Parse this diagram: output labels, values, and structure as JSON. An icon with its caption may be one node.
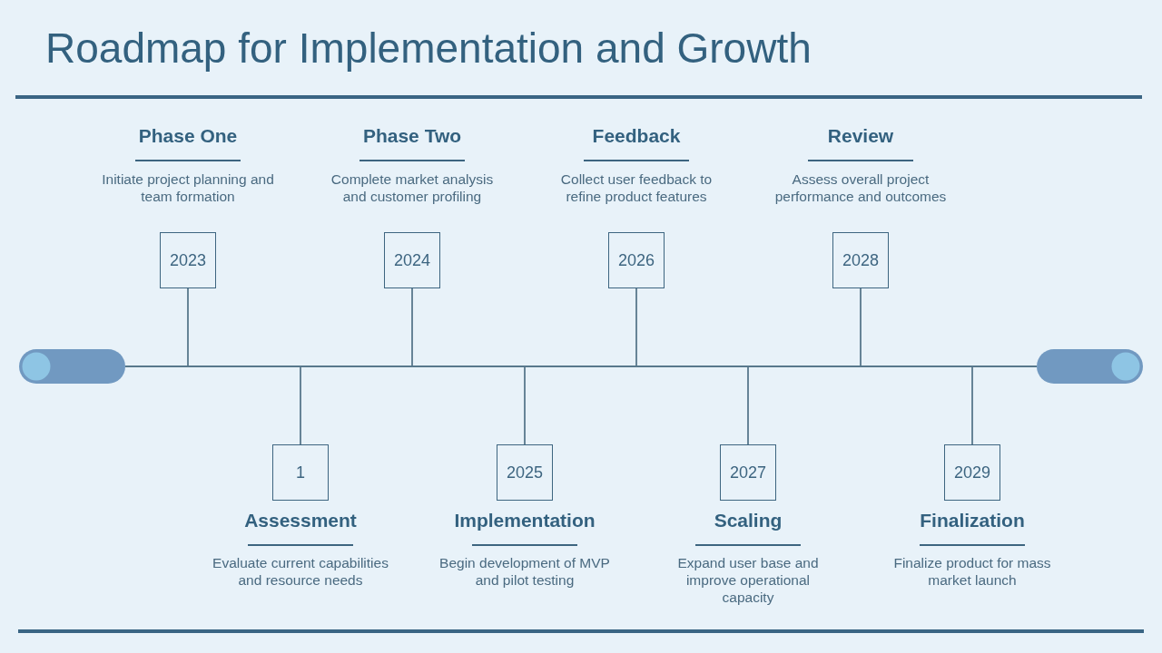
{
  "diagram": {
    "title": "Roadmap for Implementation and Growth",
    "nodes": [
      {
        "text": [],
        "shape": "bar"
      },
      {
        "text": [
          "2023"
        ],
        "beside": [
          "Phase One",
          "Initiate project planning and team formation"
        ]
      },
      {
        "text": [
          "1"
        ],
        "beside": [
          "Assessment",
          "Evaluate current capabilities and resource needs"
        ]
      },
      {
        "text": [
          "2024"
        ],
        "beside": [
          "Phase Two",
          "Complete market analysis and customer profiling"
        ]
      },
      {
        "text": [
          "2025"
        ],
        "beside": [
          "Implementation",
          "Begin development of MVP and pilot testing"
        ]
      },
      {
        "text": [
          "2026"
        ],
        "beside": [
          "Feedback",
          "Collect user feedback to refine product features"
        ]
      },
      {
        "text": [
          "2027"
        ],
        "beside": [
          "Scaling",
          "Expand user base and improve operational capacity"
        ]
      },
      {
        "text": [
          "2028"
        ],
        "beside": [
          "Review",
          "Assess overall project performance and outcomes"
        ]
      },
      {
        "text": [
          "2029"
        ],
        "beside": [
          "Finalization",
          "Finalize product for mass market launch"
        ]
      },
      {
        "text": [],
        "shape": "bar"
      }
    ],
    "edges": [
      {
        "from": 0,
        "to": 9,
        "arrow": "none"
      },
      {
        "from": 1,
        "to": null,
        "arrow": "none"
      },
      {
        "from": 2,
        "to": null,
        "arrow": "none"
      },
      {
        "from": 3,
        "to": null,
        "arrow": "none"
      },
      {
        "from": 4,
        "to": null,
        "arrow": "none"
      },
      {
        "from": 5,
        "to": null,
        "arrow": "none"
      },
      {
        "from": 6,
        "to": null,
        "arrow": "none"
      },
      {
        "from": 7,
        "to": null,
        "arrow": "none"
      },
      {
        "from": 8,
        "to": null,
        "arrow": "none"
      }
    ]
  }
}
